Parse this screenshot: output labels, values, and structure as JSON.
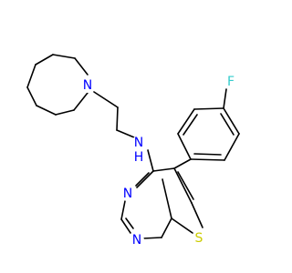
{
  "molecule": {
    "atoms": {
      "amine_n": {
        "label": "N",
        "color": "#0000FF"
      },
      "amine_h": {
        "label": "H",
        "color": "#0000FF"
      },
      "azepane_n": {
        "label": "N",
        "color": "#0000FF"
      },
      "pyrimidine_n3": {
        "label": "N",
        "color": "#0000FF"
      },
      "pyrimidine_n1": {
        "label": "N",
        "color": "#0000FF"
      },
      "thiophene_s": {
        "label": "S",
        "color": "#CCCC00"
      },
      "fluorine": {
        "label": "F",
        "color": "#33CCCC"
      }
    },
    "bond_color": "#000000"
  }
}
